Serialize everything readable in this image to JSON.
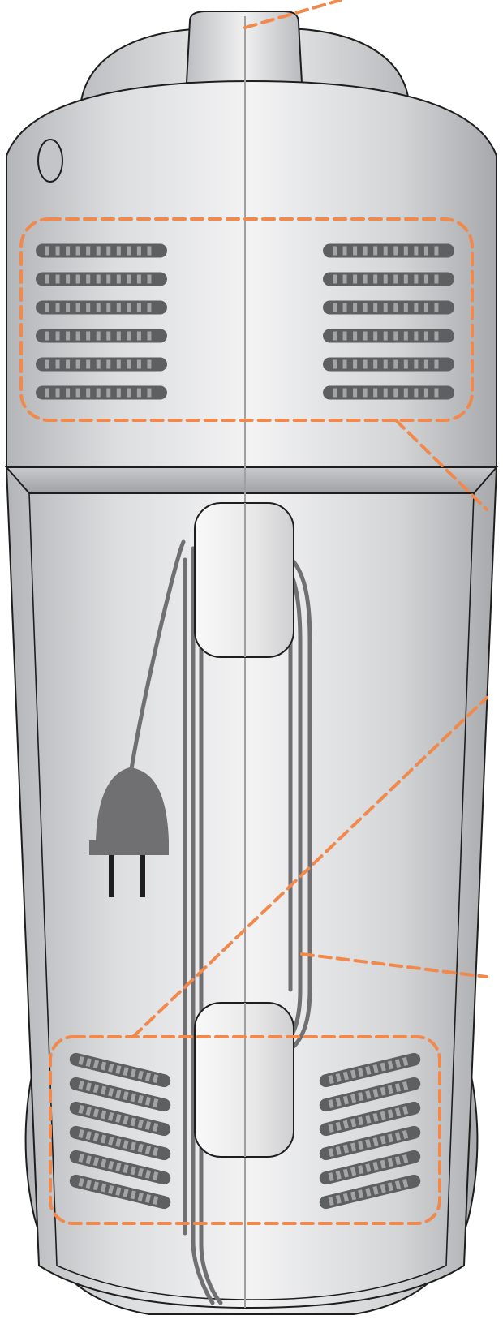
{
  "figure": {
    "subject": "appliance-rear-view",
    "callout_count": 4,
    "colors": {
      "callout": "#F0894B",
      "outline": "#1E1E1E",
      "body_light": "#F2F2F3",
      "body_mid": "#D5D6D8",
      "body_dark": "#A9ABAE",
      "cord": "#707072",
      "vent_slot": "#5E5F61",
      "vent_fin": "#A3A4A6",
      "seam": "#9FA0A2"
    },
    "vents": {
      "upper_left_slots": 6,
      "upper_right_slots": 6,
      "lower_left_slots": 6,
      "lower_right_slots": 6
    },
    "callouts": [
      {
        "id": "top-handle-callout"
      },
      {
        "id": "upper-vents-callout"
      },
      {
        "id": "lower-vents-callout"
      },
      {
        "id": "cord-wrap-callout"
      }
    ]
  }
}
